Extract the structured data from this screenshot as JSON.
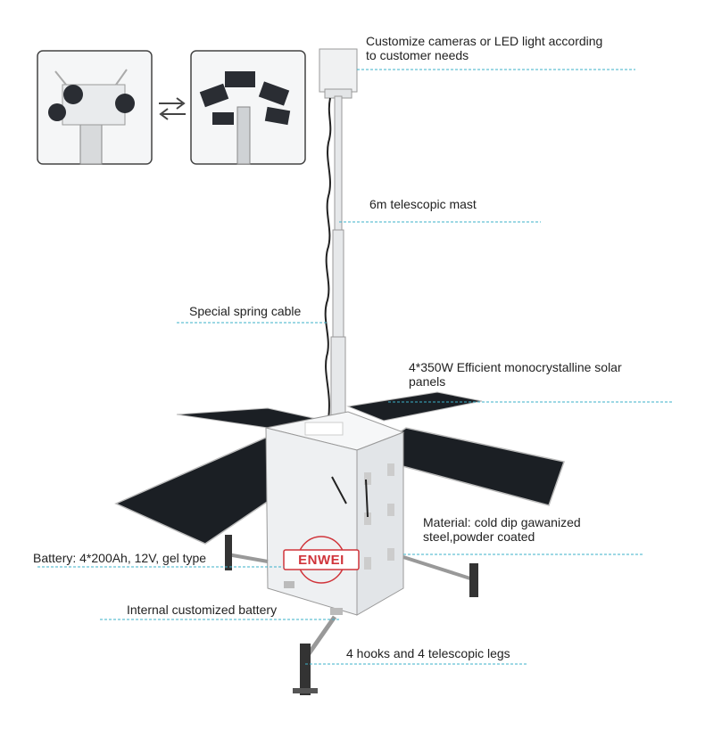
{
  "callouts": {
    "cameras": "Customize cameras or LED light according\nto customer needs",
    "mast": "6m telescopic mast",
    "spring_cable": "Special spring cable",
    "solar": "4*350W Efficient monocrystalline solar\npanels",
    "material": "Material: cold dip gawanized\nsteel,powder coated",
    "battery": "Battery: 4*200Ah, 12V, gel type",
    "internal_battery": "Internal customized battery",
    "legs": "4 hooks and 4 telescopic legs"
  },
  "brand": {
    "logo_text": "ENWEI"
  },
  "colors": {
    "leader_line": "#3bb0c9",
    "logo_red": "#d0343a",
    "panel": "#1b1f24",
    "body": "#eef0f2"
  }
}
